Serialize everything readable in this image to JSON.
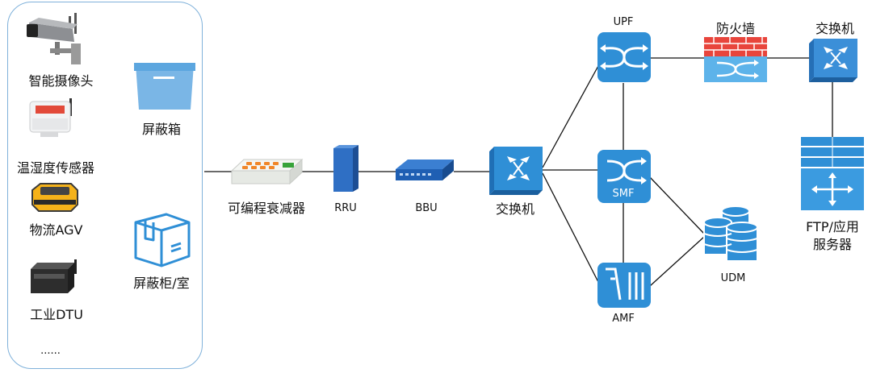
{
  "devices_panel": {
    "items": [
      {
        "label": "智能摄像头",
        "icon": "camera-icon"
      },
      {
        "label": "温湿度传感器",
        "icon": "sensor-icon"
      },
      {
        "label": "物流AGV",
        "icon": "agv-icon"
      },
      {
        "label": "工业DTU",
        "icon": "dtu-icon"
      },
      {
        "label": "......",
        "icon": ""
      }
    ],
    "shield_box": {
      "label": "屏蔽箱",
      "icon": "shield-box-icon"
    },
    "shield_room": {
      "label": "屏蔽柜/室",
      "icon": "shield-cabinet-icon"
    }
  },
  "chain": {
    "attenuator": "可编程衰减器",
    "rru": "RRU",
    "bbu": "BBU",
    "switch": "交换机"
  },
  "core": {
    "upf": "UPF",
    "smf": "SMF",
    "amf": "AMF",
    "udm": "UDM",
    "firewall": "防火墙",
    "switch": "交换机",
    "server_line1": "FTP/应用",
    "server_line2": "服务器"
  },
  "colors": {
    "node_blue": "#2f8fd6",
    "node_light": "#5db3ea",
    "panel_border": "#7fb1da",
    "brick_red": "#e8453c",
    "link": "#111111"
  }
}
